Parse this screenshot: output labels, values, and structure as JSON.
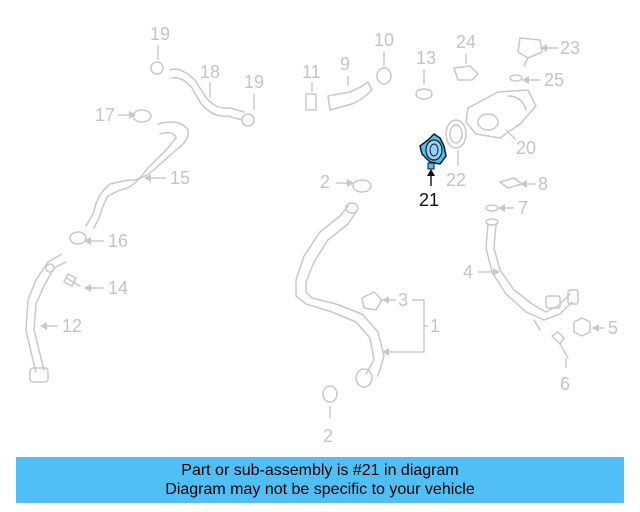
{
  "callouts": {
    "c19a": "19",
    "c18": "18",
    "c19b": "19",
    "c17": "17",
    "c15": "15",
    "c16": "16",
    "c14": "14",
    "c12": "12",
    "c11": "11",
    "c9": "9",
    "c10": "10",
    "c13": "13",
    "c24": "24",
    "c23": "23",
    "c25": "25",
    "c20": "20",
    "c22": "22",
    "c21": "21",
    "c8": "8",
    "c7": "7",
    "c2a": "2",
    "c4": "4",
    "c3": "3",
    "c1": "1",
    "c5": "5",
    "c6": "6",
    "c2b": "2"
  },
  "highlight_color": "#4fbff5",
  "banner": {
    "line1": "Part or sub-assembly is #21 in diagram",
    "line2": "Diagram may not be specific to your vehicle",
    "color": "#4fbff5"
  }
}
